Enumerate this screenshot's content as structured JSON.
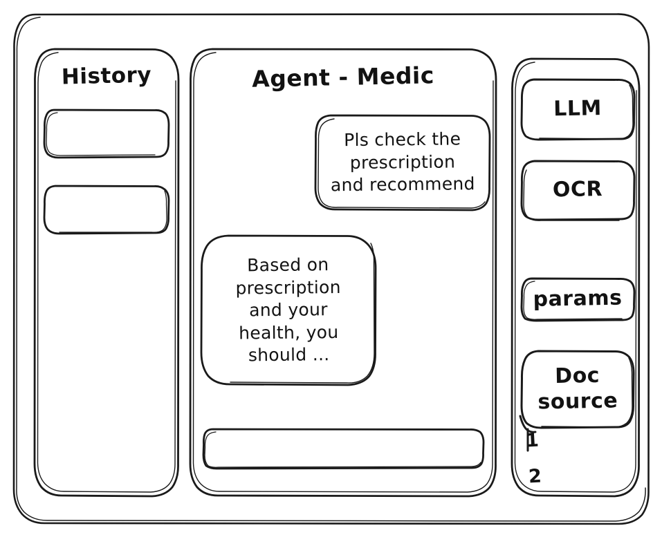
{
  "window": {
    "name": "agent-medic-wireframe"
  },
  "history": {
    "title": "History",
    "items": [
      {
        "label": ""
      },
      {
        "label": ""
      }
    ]
  },
  "agent": {
    "title": "Agent - Medic",
    "messages": [
      {
        "role": "user",
        "text": "Pls check the\nprescription\nand recommend"
      },
      {
        "role": "assistant",
        "text": "Based on\nprescription\nand your\nhealth, you\nshould ..."
      }
    ],
    "composer": {
      "value": "",
      "placeholder": ""
    }
  },
  "tools": {
    "buttons": [
      {
        "label": "LLM"
      },
      {
        "label": "OCR"
      },
      {
        "label": "params"
      },
      {
        "label": "Doc\nsource"
      }
    ],
    "doc_sources": [
      {
        "label": "1"
      },
      {
        "label": "2"
      }
    ]
  },
  "colors": {
    "ink": "#1a1a1a",
    "background": "#ffffff"
  }
}
